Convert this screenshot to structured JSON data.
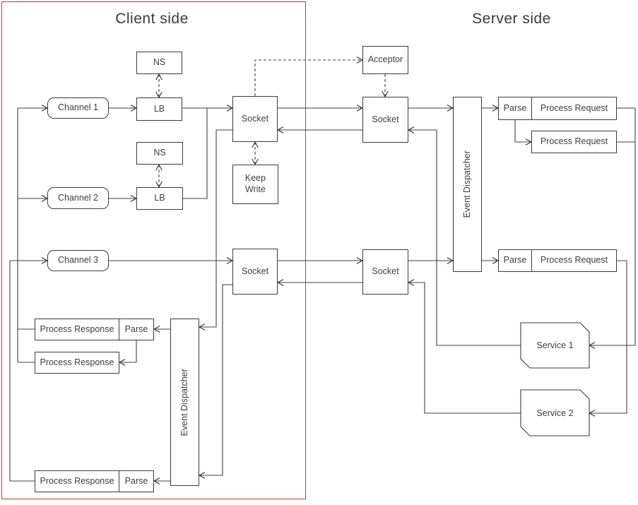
{
  "titles": {
    "client": "Client side",
    "server": "Server side"
  },
  "colors": {
    "frame": "#d92b2b",
    "line": "#404040",
    "box_border": "#3c3c3c",
    "text": "#3f3f3f",
    "background": "#ffffff"
  },
  "labels": {
    "ns": "NS",
    "lb": "LB",
    "channel1": "Channel 1",
    "channel2": "Channel 2",
    "channel3": "Channel 3",
    "socket": "Socket",
    "keep_write": "Keep Write",
    "event_dispatcher": "Event Dispatcher",
    "process_response": "Process Response",
    "parse": "Parse",
    "acceptor": "Acceptor",
    "process_request": "Process Request",
    "service1": "Service 1",
    "service2": "Service 2"
  }
}
